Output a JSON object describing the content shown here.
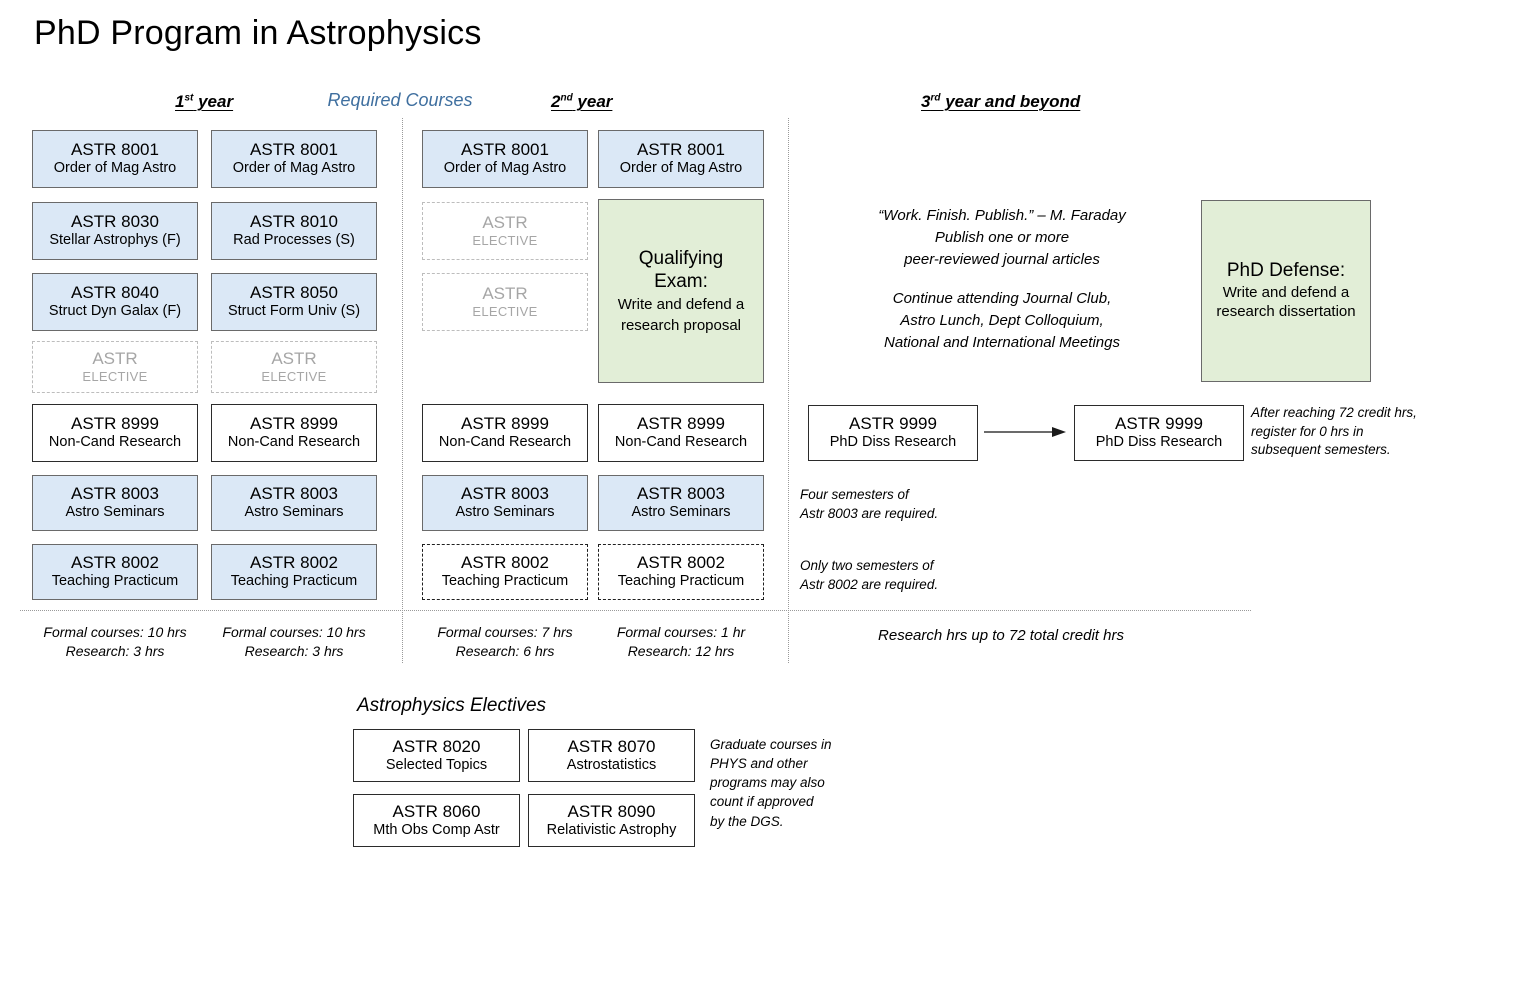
{
  "page": {
    "title": "PhD Program in Astrophysics"
  },
  "headers": {
    "year1": "1st year",
    "year1_ord": "st",
    "year1_num": "1",
    "year1_word": " year",
    "year2_num": "2",
    "year2_ord": "nd",
    "year2_word": " year",
    "year3_num": "3",
    "year3_ord": "rd",
    "year3_word": " year and beyond",
    "required_courses": "Required Courses"
  },
  "colors": {
    "course_blue": "#dbe8f6",
    "milestone_green": "#e2eed7",
    "required_label_blue": "#3f6f9f",
    "elective_grey": "#a6a6a6",
    "divider_grey": "#9a9a9a"
  },
  "columns": {
    "y1_fall": [
      {
        "code": "ASTR 8001",
        "name": "Order of Mag Astro",
        "style": "blue"
      },
      {
        "code": "ASTR 8030",
        "name": "Stellar Astrophys (F)",
        "style": "blue"
      },
      {
        "code": "ASTR 8040",
        "name": "Struct Dyn Galax (F)",
        "style": "blue"
      },
      {
        "code": "ASTR",
        "name": "ELECTIVE",
        "style": "dashed-grey"
      },
      {
        "code": "ASTR 8999",
        "name": "Non-Cand Research",
        "style": "white"
      },
      {
        "code": "ASTR 8003",
        "name": "Astro Seminars",
        "style": "blue"
      },
      {
        "code": "ASTR 8002",
        "name": "Teaching Practicum",
        "style": "blue"
      }
    ],
    "y1_spring": [
      {
        "code": "ASTR 8001",
        "name": "Order of Mag Astro",
        "style": "blue"
      },
      {
        "code": "ASTR 8010",
        "name": "Rad Processes (S)",
        "style": "blue"
      },
      {
        "code": "ASTR 8050",
        "name": "Struct Form Univ (S)",
        "style": "blue"
      },
      {
        "code": "ASTR",
        "name": "ELECTIVE",
        "style": "dashed-grey"
      },
      {
        "code": "ASTR 8999",
        "name": "Non-Cand Research",
        "style": "white"
      },
      {
        "code": "ASTR 8003",
        "name": "Astro Seminars",
        "style": "blue"
      },
      {
        "code": "ASTR 8002",
        "name": "Teaching Practicum",
        "style": "blue"
      }
    ],
    "y2_fall": [
      {
        "code": "ASTR 8001",
        "name": "Order of Mag Astro",
        "style": "blue"
      },
      {
        "code": "ASTR",
        "name": "ELECTIVE",
        "style": "dashed-grey"
      },
      {
        "code": "ASTR",
        "name": "ELECTIVE",
        "style": "dashed-grey"
      },
      {
        "code": "ASTR 8999",
        "name": "Non-Cand Research",
        "style": "white"
      },
      {
        "code": "ASTR 8003",
        "name": "Astro Seminars",
        "style": "blue"
      },
      {
        "code": "ASTR 8002",
        "name": "Teaching Practicum",
        "style": "dashed-black"
      }
    ],
    "y2_spring": [
      {
        "code": "ASTR 8001",
        "name": "Order of Mag Astro",
        "style": "blue"
      },
      {
        "code": "ASTR 8999",
        "name": "Non-Cand Research",
        "style": "white"
      },
      {
        "code": "ASTR 8003",
        "name": "Astro Seminars",
        "style": "blue"
      },
      {
        "code": "ASTR 8002",
        "name": "Teaching Practicum",
        "style": "dashed-black"
      }
    ]
  },
  "qualifying_exam": {
    "title_line1": "Qualifying",
    "title_line2": "Exam:",
    "body_line1": "Write and defend a",
    "body_line2": "research proposal"
  },
  "phd_defense": {
    "title": "PhD Defense:",
    "body_line1": "Write and defend a",
    "body_line2": "research dissertation"
  },
  "third_year_prose": {
    "line1": "“Work.  Finish. Publish.” – M. Faraday",
    "line2": "Publish one or more",
    "line3": "peer-reviewed journal articles",
    "line4": "Continue attending Journal Club,",
    "line5": "Astro Lunch, Dept Colloquium,",
    "line6": "National and International Meetings"
  },
  "research_boxes": [
    {
      "code": "ASTR 9999",
      "name": "PhD Diss Research"
    },
    {
      "code": "ASTR 9999",
      "name": "PhD Diss Research"
    }
  ],
  "credit_summaries": {
    "y1_fall_formal": "Formal courses: 10 hrs",
    "y1_fall_research": "Research: 3 hrs",
    "y1_spring_formal": "Formal courses: 10 hrs",
    "y1_spring_research": "Research: 3 hrs",
    "y2_fall_formal": "Formal courses: 7 hrs",
    "y2_fall_research": "Research: 6 hrs",
    "y2_spring_formal": "Formal courses: 1 hr",
    "y2_spring_research": "Research: 12 hrs",
    "year3": "Research hrs up to 72 total credit hrs"
  },
  "notes": {
    "seminars_line1": "Four semesters of",
    "seminars_line2": "Astr 8003 are required.",
    "practicum_line1": "Only two semesters of",
    "practicum_line2": "Astr 8002 are required.",
    "credit72_line1": "After reaching 72 credit hrs,",
    "credit72_line2": "register for 0 hrs in",
    "credit72_line3": "subsequent semesters.",
    "electives_line1": "Graduate courses in",
    "electives_line2": "PHYS and other",
    "electives_line3": "programs may also",
    "electives_line4": "count if approved",
    "electives_line5": "by the DGS."
  },
  "electives": {
    "title": "Astrophysics Electives",
    "items": [
      {
        "code": "ASTR 8020",
        "name": "Selected Topics"
      },
      {
        "code": "ASTR 8070",
        "name": "Astrostatistics"
      },
      {
        "code": "ASTR 8060",
        "name": "Mth Obs Comp Astr"
      },
      {
        "code": "ASTR 8090",
        "name": "Relativistic Astrophy"
      }
    ]
  }
}
